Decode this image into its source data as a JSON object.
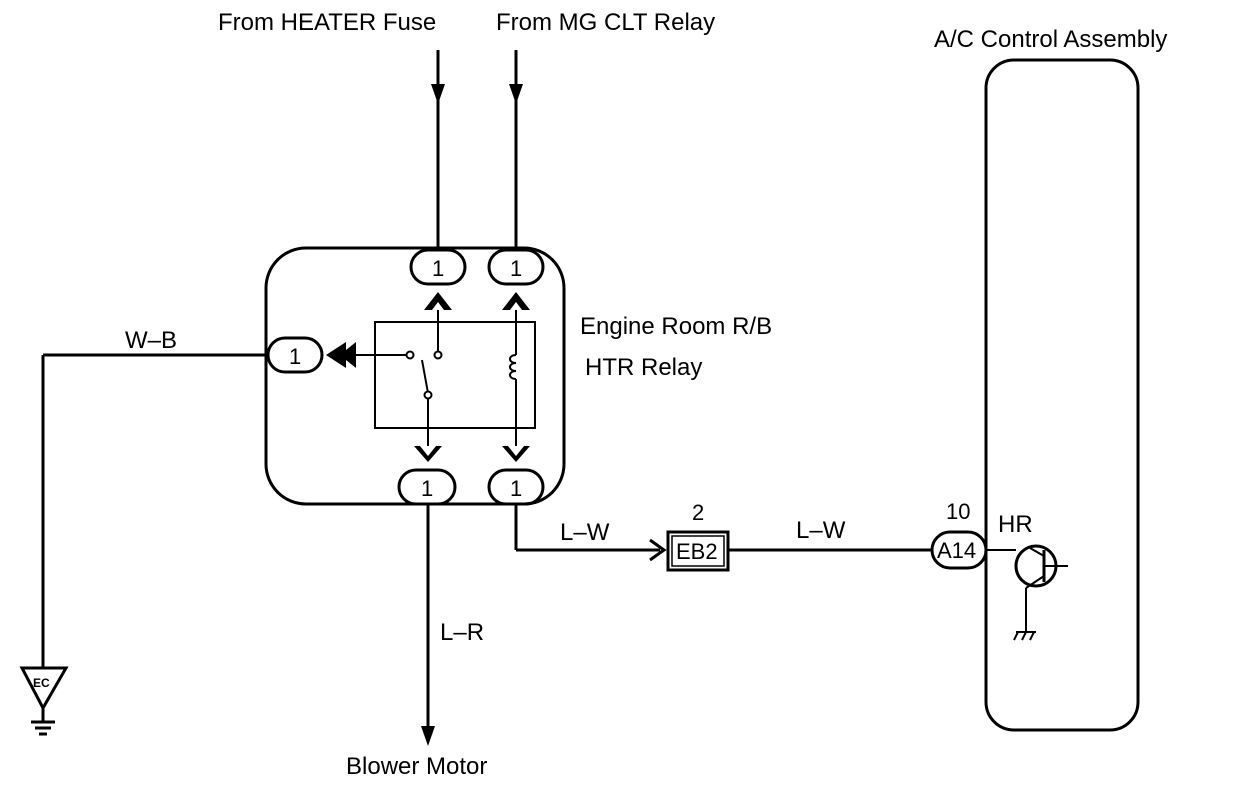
{
  "labels": {
    "from_heater_fuse": "From HEATER Fuse",
    "from_mg_clt_relay": "From MG CLT Relay",
    "ac_control_assembly": "A/C Control Assembly",
    "engine_room_rb": "Engine Room R/B",
    "htr_relay": "HTR Relay",
    "blower_motor": "Blower Motor"
  },
  "wires": {
    "ground_wire": "W–B",
    "motor_wire": "L–R",
    "left_lw": "L–W",
    "right_lw": "L–W"
  },
  "pins": {
    "top_left": "1",
    "top_right": "1",
    "left": "1",
    "bottom_left": "1",
    "bottom_right": "1"
  },
  "connectors": {
    "eb2_name": "EB2",
    "eb2_pin": "2",
    "a14_name": "A14",
    "a14_pin": "10"
  },
  "terminal": {
    "name": "HR"
  },
  "ground": {
    "name": "EC"
  }
}
